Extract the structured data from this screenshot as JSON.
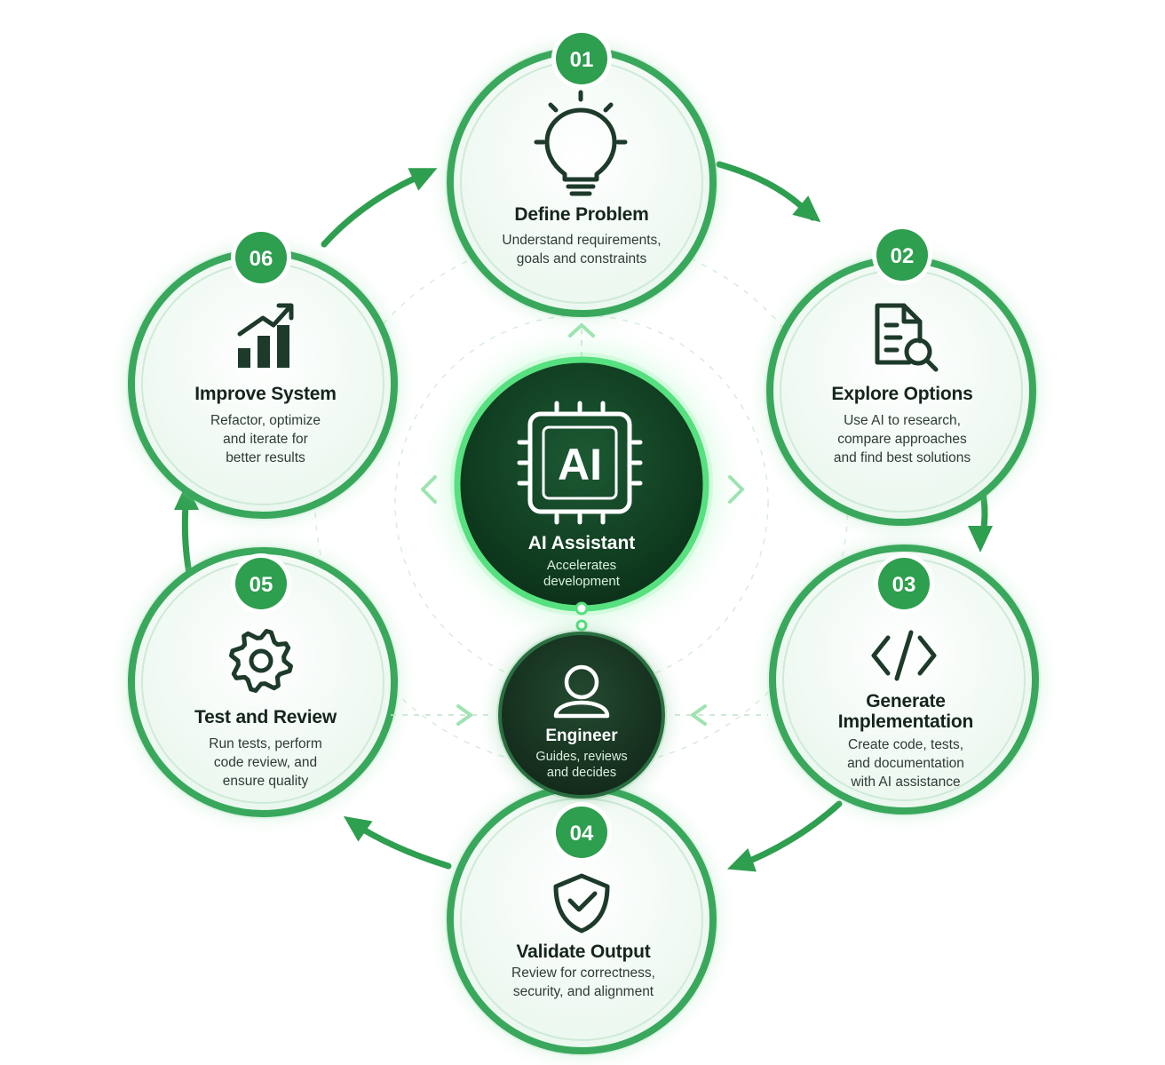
{
  "colors": {
    "accent": "#2e9e4f",
    "accent_dark": "#1e7a3c",
    "ring": "#3aa85c",
    "card_fill": "#f3fbf5",
    "hub_fill": "#0f3d22",
    "engineer_fill": "#17301f",
    "icon": "#1d3a2a"
  },
  "hub": {
    "chip_label": "AI",
    "title": "AI Assistant",
    "description_line1": "Accelerates",
    "description_line2": "development",
    "icon": "ai-chip-icon"
  },
  "engineer": {
    "title": "Engineer",
    "description_line1": "Guides, reviews",
    "description_line2": "and decides",
    "icon": "user-icon"
  },
  "steps": [
    {
      "number": "01",
      "title": "Define Problem",
      "desc1": "Understand requirements,",
      "desc2": "goals and constraints",
      "desc3": "",
      "icon": "lightbulb-icon"
    },
    {
      "number": "02",
      "title": "Explore Options",
      "desc1": "Use AI to research,",
      "desc2": "compare approaches",
      "desc3": "and find best solutions",
      "icon": "document-search-icon"
    },
    {
      "number": "03",
      "title1": "Generate",
      "title2": "Implementation",
      "desc1": "Create code, tests,",
      "desc2": "and documentation",
      "desc3": "with AI assistance",
      "icon": "code-icon"
    },
    {
      "number": "04",
      "title": "Validate Output",
      "desc1": "Review for correctness,",
      "desc2": "security, and alignment",
      "desc3": "",
      "icon": "shield-check-icon"
    },
    {
      "number": "05",
      "title": "Test and Review",
      "desc1": "Run tests, perform",
      "desc2": "code review, and",
      "desc3": "ensure quality",
      "icon": "gear-icon"
    },
    {
      "number": "06",
      "title": "Improve System",
      "desc1": "Refactor, optimize",
      "desc2": "and iterate for",
      "desc3": "better results",
      "icon": "bar-chart-growth-icon"
    }
  ]
}
